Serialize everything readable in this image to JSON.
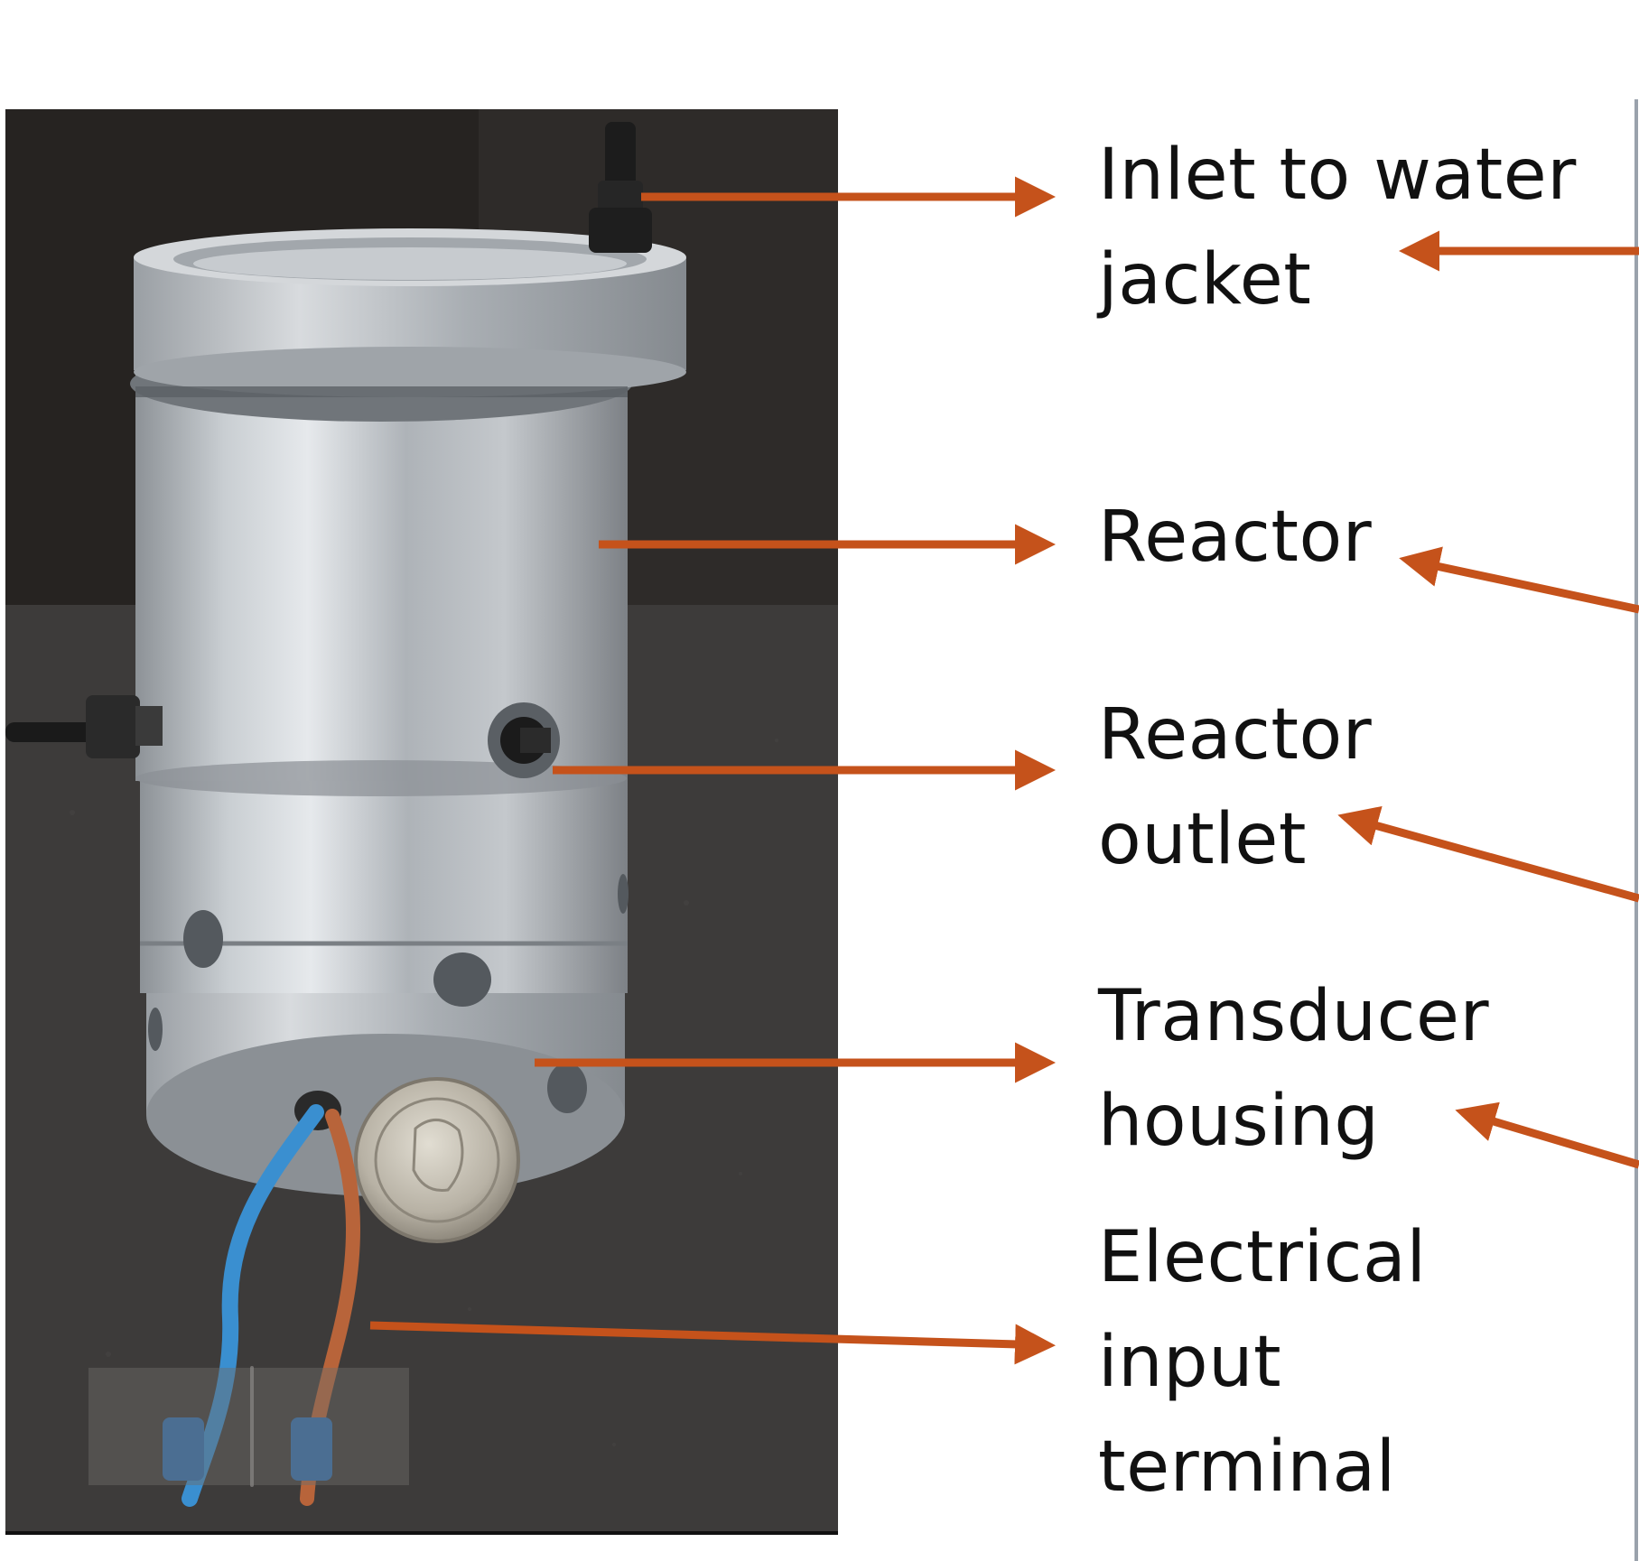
{
  "colors": {
    "arrow": "#c5521b",
    "background": "#ffffff",
    "text": "#111111",
    "photo_backdrop": "#262321",
    "photo_table": "#3d3b3a",
    "metal": "#b7bcc1",
    "wire_blue": "#3a8fd0",
    "wire_brown": "#b8643a"
  },
  "photo": {
    "description_icon": "reactor-photo",
    "parts": [
      "reactor-cylinder",
      "water-jacket-inlet-fitting",
      "reactor-outlet-fitting",
      "coin",
      "blue-wire",
      "brown-wire"
    ]
  },
  "labels": {
    "inlet": [
      "Inlet to water",
      "jacket"
    ],
    "reactor": [
      "Reactor"
    ],
    "outlet": [
      "Reactor",
      "outlet"
    ],
    "transducer": [
      "Transducer",
      "housing"
    ],
    "electrical": [
      "Electrical",
      "input",
      "terminal"
    ]
  }
}
